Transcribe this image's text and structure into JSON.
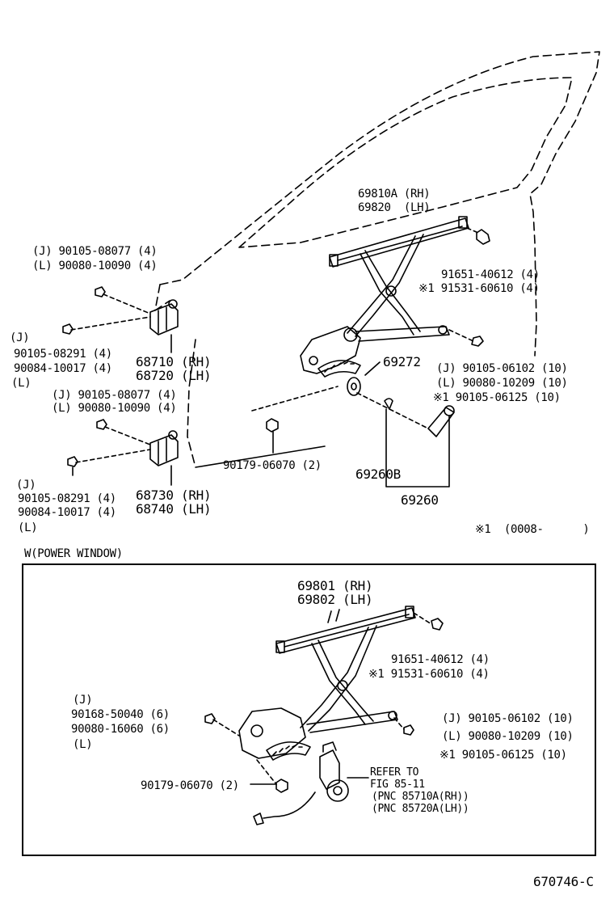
{
  "top": {
    "regulator_rh": "69810A (RH)",
    "regulator_lh": "69820  (LH)",
    "bolt_a_j": "(J) 90105-08077 (4)",
    "bolt_a_l": "(L) 90080-10090 (4)",
    "bolt_b_j": "(J)",
    "bolt_b_1": "90105-08291 (4)",
    "bolt_b_2": "90084-10017 (4)",
    "bolt_b_l": "(L)",
    "hinge_upper_rh": "68710 (RH)",
    "hinge_upper_lh": "68720 (LH)",
    "bolt_c_j": "(J) 90105-08077 (4)",
    "bolt_c_l": "(L) 90080-10090 (4)",
    "bolt_d_j": "(J)",
    "bolt_d_1": "90105-08291 (4)",
    "bolt_d_2": "90084-10017 (4)",
    "bolt_d_l": "(L)",
    "hinge_lower_rh": "68730 (RH)",
    "hinge_lower_lh": "68740 (LH)",
    "reg_bolt_1": "91651-40612 (4)",
    "reg_bolt_2": "※1 91531-60610 (4)",
    "gear": "69272",
    "side_bolt_j": "(J) 90105-06102 (10)",
    "side_bolt_l": "(L) 90080-10209 (10)",
    "side_bolt_x": "※1 90105-06125 (10)",
    "nut": "90179-06070 (2)",
    "clip": "69260B",
    "handle": "69260",
    "footnote": "※1  (0008-      )"
  },
  "section_title": "W(POWER WINDOW)",
  "power": {
    "regulator_rh": "69801 (RH)",
    "regulator_lh": "69802 (LH)",
    "reg_bolt_1": "91651-40612 (4)",
    "reg_bolt_2": "※1 91531-60610 (4)",
    "left_j": "(J)",
    "left_1": "90168-50040 (6)",
    "left_2": "90080-16060 (6)",
    "left_l": "(L)",
    "right_j": "(J) 90105-06102 (10)",
    "right_l": "(L) 90080-10209 (10)",
    "right_x": "※1 90105-06125 (10)",
    "nut": "90179-06070 (2)",
    "refer_1": "REFER TO",
    "refer_2": "FIG 85-11",
    "refer_3": "(PNC 85710A(RH))",
    "refer_4": "(PNC 85720A(LH))"
  },
  "figure_code": "670746-C"
}
